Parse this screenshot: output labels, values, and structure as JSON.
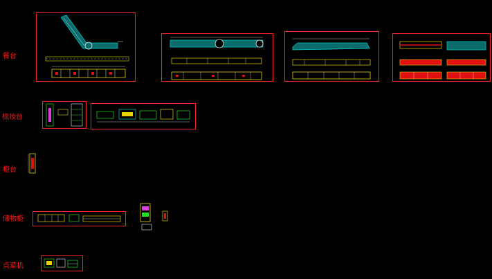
{
  "labels": {
    "bar_counter": "餐台",
    "vanity": "梳妆台",
    "cabinet": "柜台",
    "storage": "储物柜",
    "ordering": "点菜机"
  },
  "colors": {
    "frame": "#ff2020",
    "line_white": "#e8e8e8",
    "line_cyan": "#00c8c8",
    "line_yellow": "#e6d200",
    "line_green": "#20e020",
    "line_magenta": "#e040e0",
    "fill_red": "#e01010"
  }
}
